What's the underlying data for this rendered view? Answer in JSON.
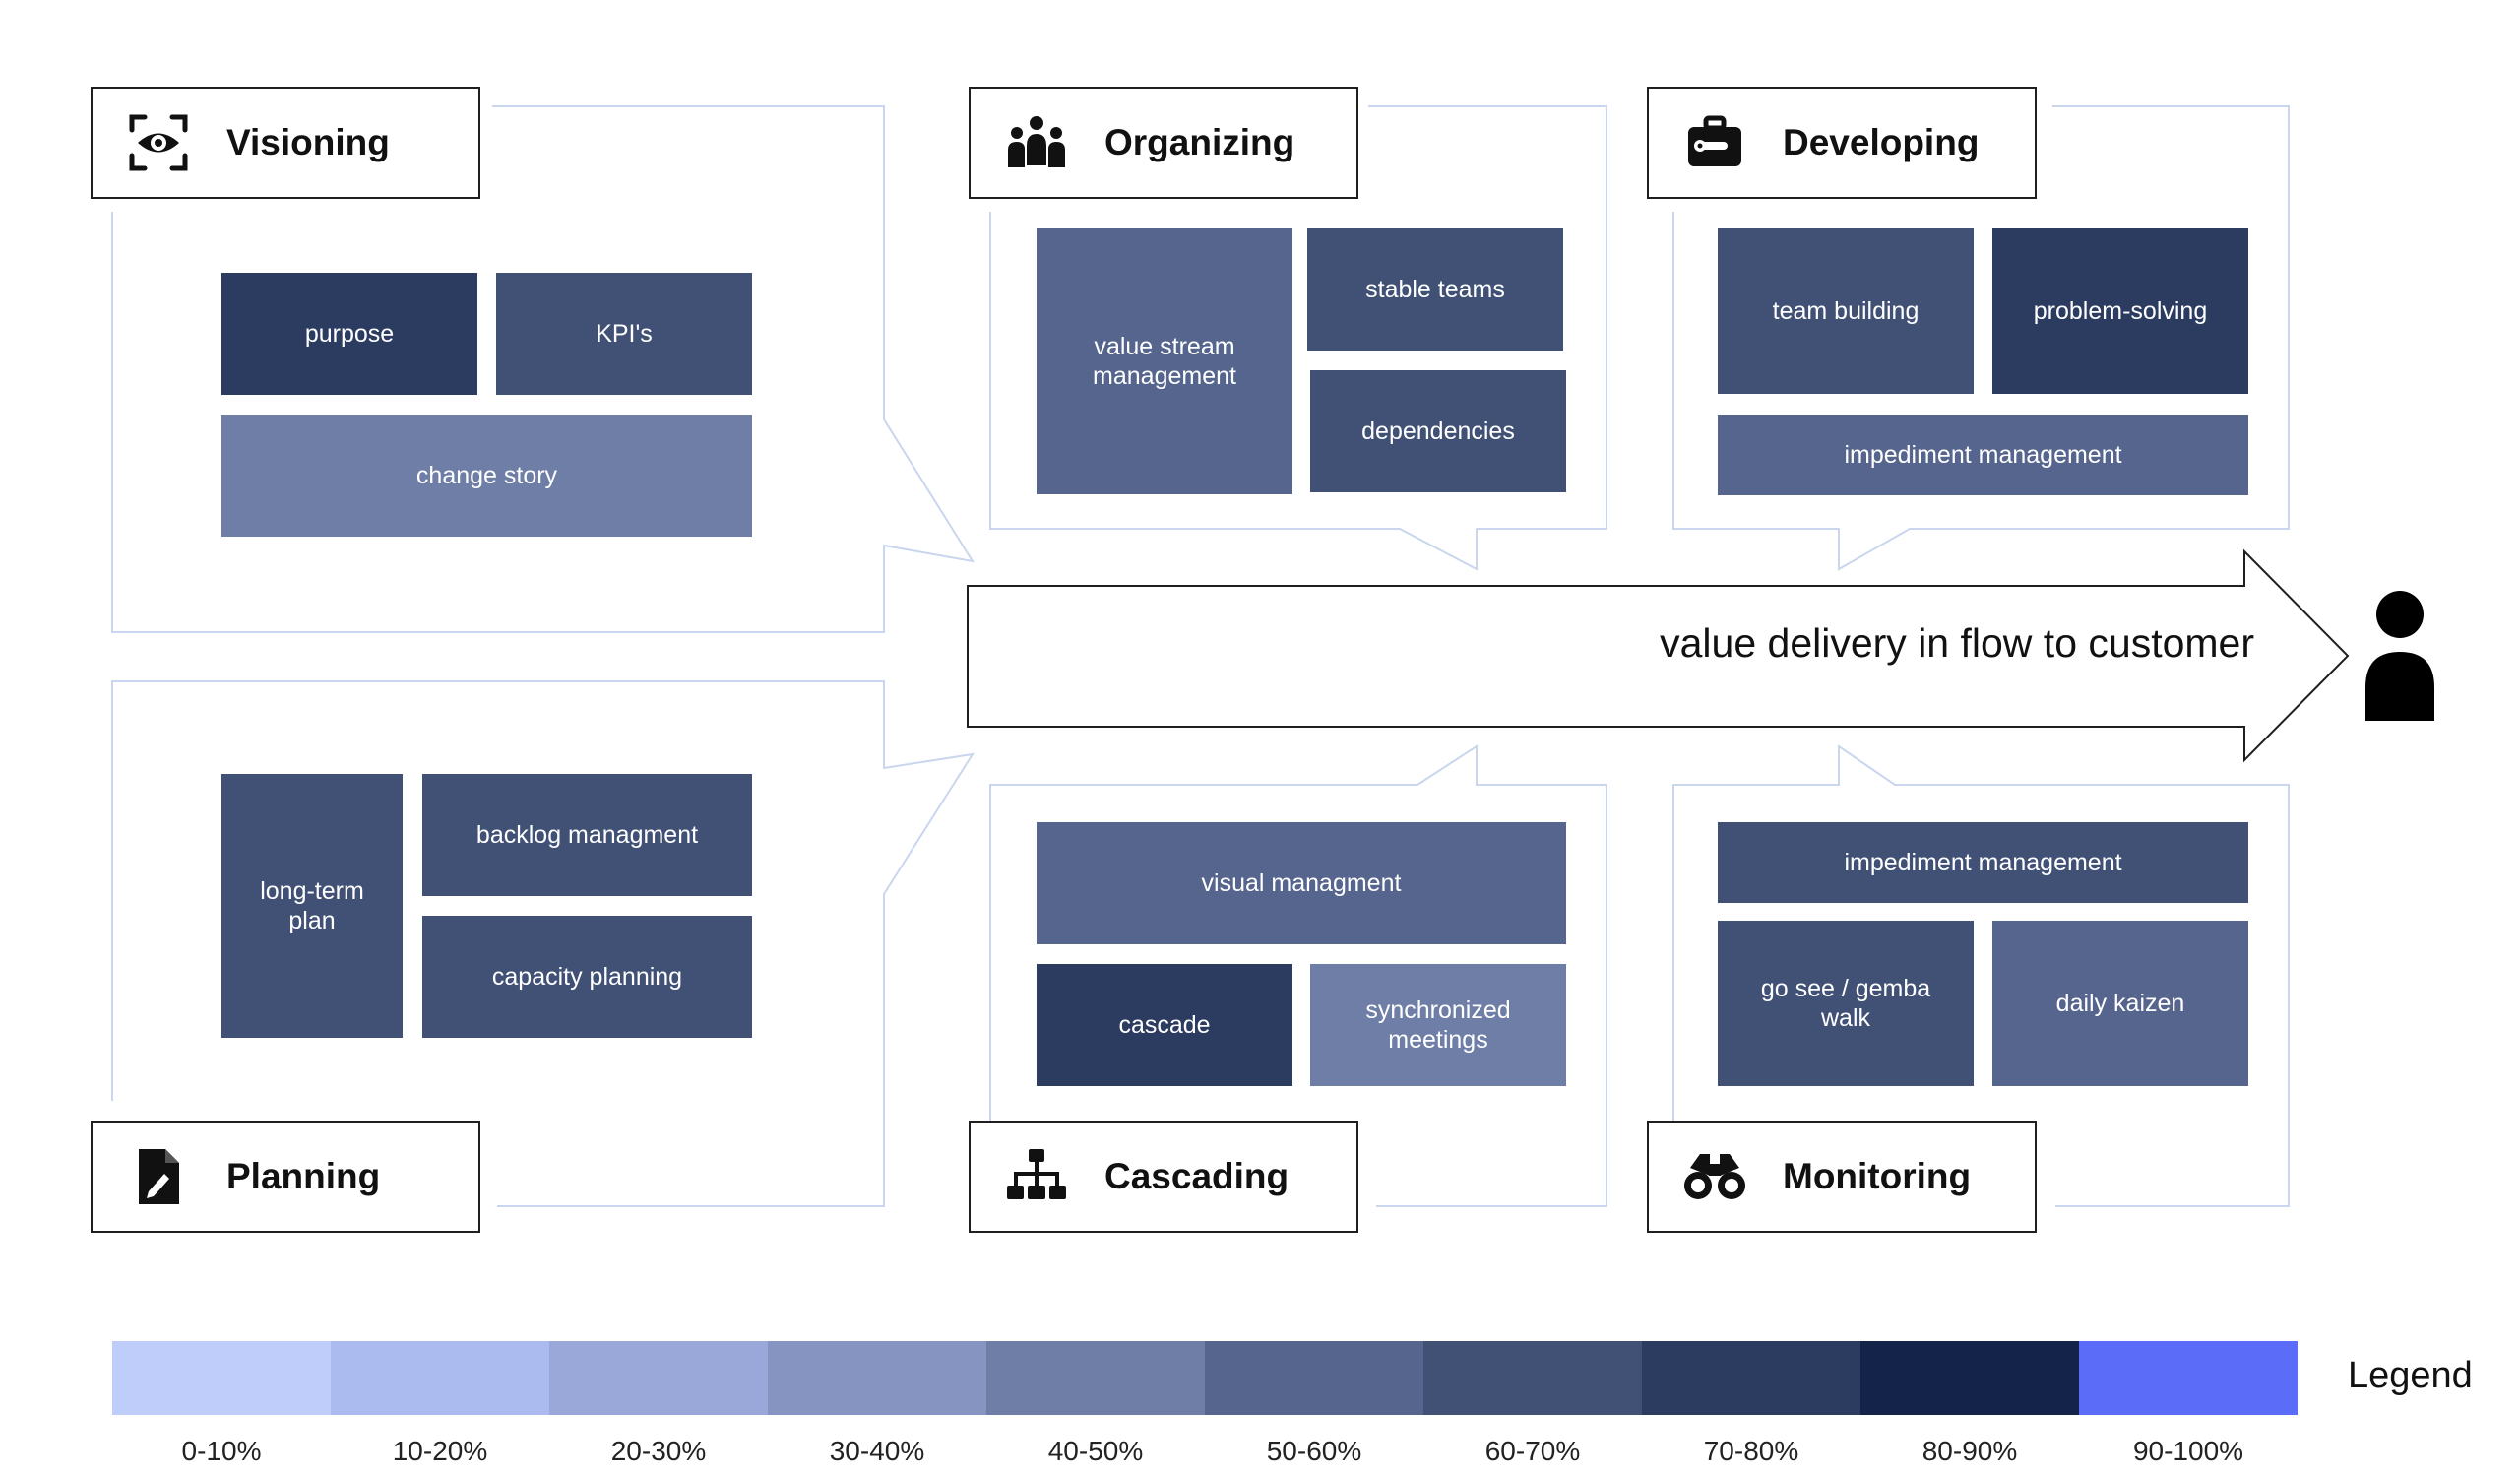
{
  "colors": {
    "connector": "#c9d6ee",
    "border": "#1f1f1f",
    "shade_40_50": "#6e7ea7",
    "shade_50_60": "#56658e",
    "shade_60_70": "#415176",
    "shade_70_80": "#2c3b60"
  },
  "sections": {
    "visioning": {
      "title": "Visioning",
      "icon": "eye-scan-icon",
      "tiles": [
        {
          "label": "purpose",
          "shade": "70-80%"
        },
        {
          "label": "KPI's",
          "shade": "60-70%"
        },
        {
          "label": "change story",
          "shade": "40-50%"
        }
      ]
    },
    "organizing": {
      "title": "Organizing",
      "icon": "people-group-icon",
      "tiles": [
        {
          "label": "value stream management",
          "shade": "50-60%"
        },
        {
          "label": "stable teams",
          "shade": "60-70%"
        },
        {
          "label": "dependencies",
          "shade": "60-70%"
        }
      ]
    },
    "developing": {
      "title": "Developing",
      "icon": "toolbox-icon",
      "tiles": [
        {
          "label": "team building",
          "shade": "60-70%"
        },
        {
          "label": "problem-solving",
          "shade": "70-80%"
        },
        {
          "label": "impediment management",
          "shade": "50-60%"
        }
      ]
    },
    "planning": {
      "title": "Planning",
      "icon": "document-pen-icon",
      "tiles": [
        {
          "label": "long-term plan",
          "shade": "60-70%"
        },
        {
          "label": "backlog managment",
          "shade": "60-70%"
        },
        {
          "label": "capacity planning",
          "shade": "60-70%"
        }
      ]
    },
    "cascading": {
      "title": "Cascading",
      "icon": "hierarchy-icon",
      "tiles": [
        {
          "label": "visual managment",
          "shade": "50-60%"
        },
        {
          "label": "cascade",
          "shade": "70-80%"
        },
        {
          "label": "synchronized meetings",
          "shade": "40-50%"
        }
      ]
    },
    "monitoring": {
      "title": "Monitoring",
      "icon": "binoculars-icon",
      "tiles": [
        {
          "label": "impediment management",
          "shade": "60-70%"
        },
        {
          "label": "go see / gemba walk",
          "shade": "60-70%"
        },
        {
          "label": "daily kaizen",
          "shade": "50-60%"
        }
      ]
    }
  },
  "flow": {
    "label": "value delivery in flow to customer",
    "customer_icon": "customer-person-icon"
  },
  "legend": {
    "title": "Legend",
    "items": [
      {
        "label": "0-10%",
        "color": "#bfcdfb"
      },
      {
        "label": "10-20%",
        "color": "#abbaef"
      },
      {
        "label": "20-30%",
        "color": "#99a8d9"
      },
      {
        "label": "30-40%",
        "color": "#8594c0"
      },
      {
        "label": "40-50%",
        "color": "#6e7ea7"
      },
      {
        "label": "50-60%",
        "color": "#56658e"
      },
      {
        "label": "60-70%",
        "color": "#415176"
      },
      {
        "label": "70-80%",
        "color": "#2c3b60"
      },
      {
        "label": "80-90%",
        "color": "#14234a"
      },
      {
        "label": "90-100%",
        "color": "#5b6cf9"
      }
    ]
  }
}
